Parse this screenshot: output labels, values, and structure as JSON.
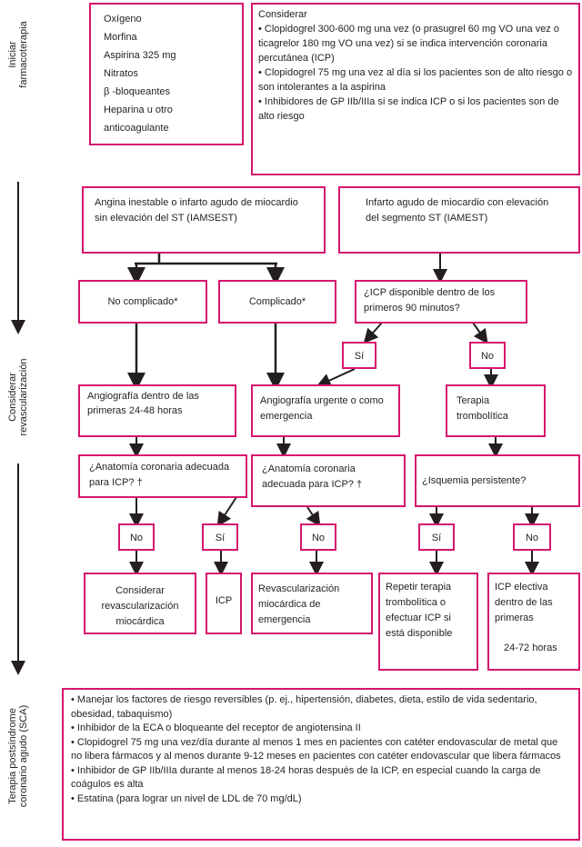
{
  "side_labels": {
    "iniciar": "Iniciar\nfarmacoterapia",
    "revasc": "Considerar\nrevascularización",
    "post": "Terapia postsíndrome\ncoronario agudo (SCA)"
  },
  "initial_drugs": [
    "Oxígeno",
    "Morfina",
    "Aspirina 325 mg",
    "Nitratos",
    "β -bloqueantes",
    "Heparina u otro",
    "anticoagulante"
  ],
  "considerar": {
    "title": "Considerar",
    "items": [
      "• Clopidogrel 300-600 mg una vez (o prasugrel 60 mg VO una vez o ticagrelor 180 mg VO una vez) si se indica intervención coronaria percutánea (ICP)",
      "• Clopidogrel 75 mg una vez al día si los pacientes son de alto riesgo o son intolerantes a la aspirina",
      "• Inhibidores de GP IIb/IIIa si se indica ICP o si los pacientes son de alto riesgo"
    ]
  },
  "iamsest": "Angina inestable o infarto agudo de miocardio sin elevación del ST (IAMSEST)",
  "iamest": "Infarto agudo de miocardio con elevación del segmento ST (IAMEST)",
  "no_complicado": "No complicado*",
  "complicado": "Complicado*",
  "icp_disponible": "¿ICP disponible dentro de los primeros 90 minutos?",
  "si": "Sí",
  "no": "No",
  "angiografia_24_48": "Angiografía dentro de las primeras 24-48 horas",
  "angiografia_urgente": "Angiografía urgente o como emergencia",
  "terapia_trombolitica": "Terapia trombolítica",
  "anatomia": "¿Anatomía coronaria adecuada para ICP? †",
  "isquemia": "¿Isquemia persistente?",
  "considerar_revasc": "Considerar revascularización miocárdica",
  "icp": "ICP",
  "revasc_emergencia": "Revascularización miocárdica de emergencia",
  "repetir": "Repetir terapia trombolítica o efectuar ICP si está disponible",
  "icp_electiva": "ICP electiva dentro de las primeras",
  "icp_electiva_horas": "24-72 horas",
  "post_items": [
    "• Manejar los factores de riesgo reversibles (p. ej., hipertensión, diabetes, dieta, estilo de vida sedentario, obesidad, tabaquismo)",
    "• Inhibidor de la ECA o bloqueante del receptor de angiotensina II",
    "• Clopidogrel 75 mg una vez/día durante al menos 1 mes en pacientes con catéter endovascular de metal que no libera fármacos y al menos durante 9-12 meses en pacientes con catéter endovascular que libera fármacos",
    "• Inhibidor de GP IIb/IIIa durante al menos 18-24 horas después de la ICP, en especial cuando la carga de coágulos es alta",
    "• Estatina (para lograr un nivel de LDL de 70 mg/dL)"
  ],
  "colors": {
    "accent": "#d6156e",
    "arrow": "#231f20"
  }
}
